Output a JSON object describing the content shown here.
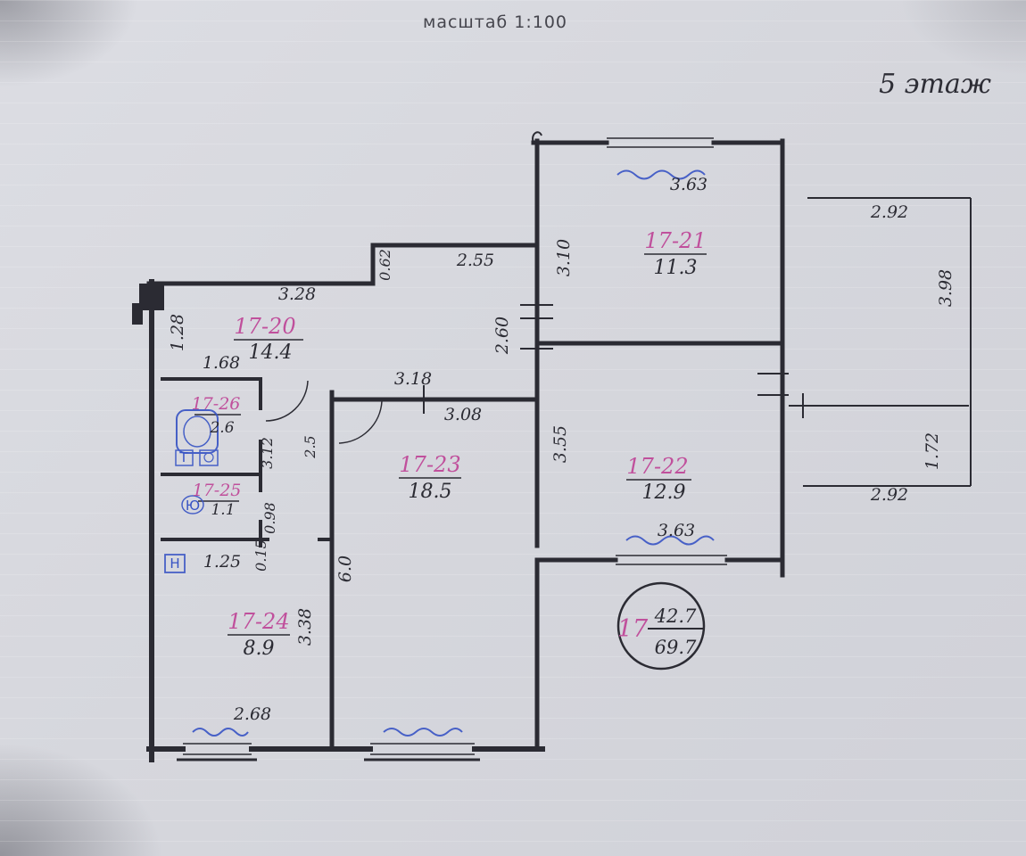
{
  "page": {
    "scale_label": "масштаб 1:100",
    "floor_label": "5 этаж"
  },
  "rooms": {
    "r20": {
      "number": "17-20",
      "area": "14.4"
    },
    "r21": {
      "number": "17-21",
      "area": "11.3"
    },
    "r22": {
      "number": "17-22",
      "area": "12.9"
    },
    "r23": {
      "number": "17-23",
      "area": "18.5"
    },
    "r24": {
      "number": "17-24",
      "area": "8.9"
    },
    "r25": {
      "number": "17-25",
      "area": "1.1"
    },
    "r26": {
      "number": "17-26",
      "area": "2.6"
    }
  },
  "stamp": {
    "apartment_number": "17",
    "living_area": "42.7",
    "total_area": "69.7"
  },
  "dims": {
    "d255": "2.55",
    "d062": "0.62",
    "d328": "3.28",
    "d128": "1.28",
    "d168": "1.68",
    "d363a": "3.63",
    "d310": "3.10",
    "d292a": "2.92",
    "d398": "3.98",
    "d260": "2.60",
    "d318": "3.18",
    "d308": "3.08",
    "d355": "3.55",
    "d292b": "2.92",
    "d172": "1.72",
    "d363b": "3.63",
    "d312": "3.12",
    "d25": "2.5",
    "d098": "0.98",
    "d015": "0.15",
    "d125": "1.25",
    "d60": "6.0",
    "d338": "3.38",
    "d268": "2.68"
  },
  "fixtures": {
    "bath_label": "Т",
    "wc_label": "Ю",
    "hall_label": "Н"
  },
  "colors": {
    "ink": "#2b2b33",
    "room_number_pink": "#c0509c",
    "pen_blue": "#3753c4",
    "paper": "#d6d7dd"
  }
}
